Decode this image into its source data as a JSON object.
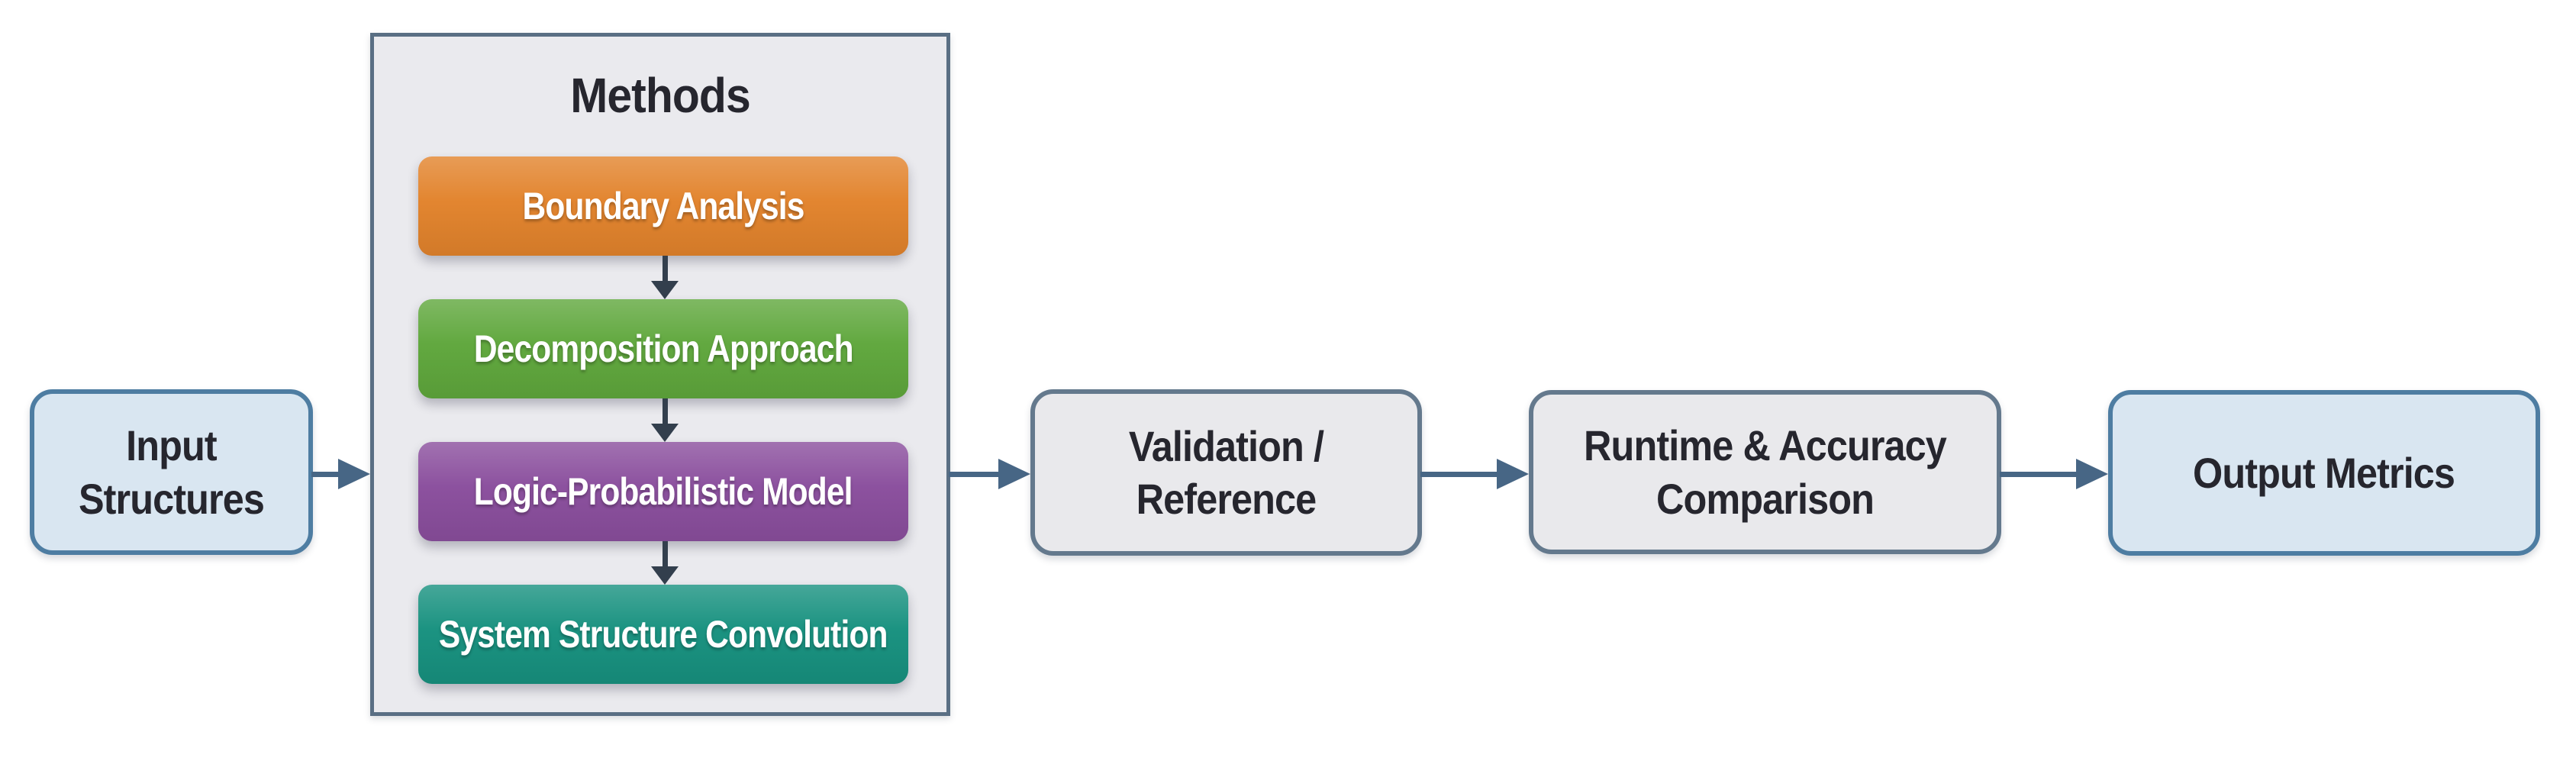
{
  "diagram": {
    "input": {
      "label": "Input Structures"
    },
    "methods": {
      "title": "Methods",
      "items": [
        {
          "label": "Boundary Analysis",
          "color": "#E2832C"
        },
        {
          "label": "Decomposition Approach",
          "color": "#5FA73C"
        },
        {
          "label": "Logic-Probabilistic Model",
          "color": "#8A4E9D"
        },
        {
          "label": "System Structure Convolution",
          "color": "#17917F"
        }
      ]
    },
    "validation": {
      "label": "Validation / Reference"
    },
    "runtime": {
      "label": "Runtime & Accuracy Comparison"
    },
    "output": {
      "label": "Output Metrics"
    },
    "edges": [
      {
        "from": "Input Structures",
        "to": "Methods"
      },
      {
        "from": "Boundary Analysis",
        "to": "Decomposition Approach"
      },
      {
        "from": "Decomposition Approach",
        "to": "Logic-Probabilistic Model"
      },
      {
        "from": "Logic-Probabilistic Model",
        "to": "System Structure Convolution"
      },
      {
        "from": "Methods",
        "to": "Validation / Reference"
      },
      {
        "from": "Validation / Reference",
        "to": "Runtime & Accuracy Comparison"
      },
      {
        "from": "Runtime & Accuracy Comparison",
        "to": "Output Metrics"
      }
    ],
    "colors": {
      "node_blue_fill": "#D9E6F1",
      "node_blue_border": "#4E7DA2",
      "node_gray_fill": "#E9E9EC",
      "node_gray_border": "#64798D",
      "container_fill": "#EAEAEE",
      "container_border": "#5A6F84",
      "arrow_horizontal": "#476685",
      "arrow_vertical": "#333F4D",
      "text_dark": "#26262E",
      "text_light": "#FFFFFF"
    }
  }
}
